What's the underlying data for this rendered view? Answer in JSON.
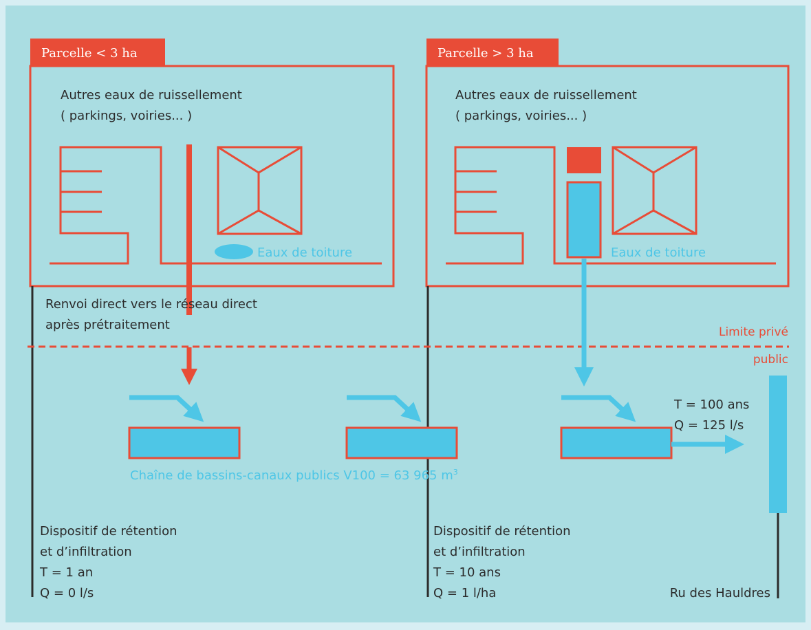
{
  "colors": {
    "page": "#d7eef3",
    "panel": "#aadde2",
    "red": "#e84c37",
    "blue": "#4ec6e6",
    "ink": "#2b2b2b"
  },
  "left": {
    "tag": "Parcelle < 3 ha",
    "runoff_line1": "Autres eaux de ruissellement",
    "runoff_line2": "( parkings, voiries... )",
    "roof_water": "Eaux de toiture"
  },
  "right": {
    "tag": "Parcelle > 3 ha",
    "runoff_line1": "Autres eaux de ruissellement",
    "runoff_line2": "( parkings, voiries... )",
    "roof_water": "Eaux de toiture"
  },
  "direct": {
    "line1": "Renvoi direct vers le réseau direct",
    "line2": "après prétraitement"
  },
  "boundary": {
    "private": "Limite privé",
    "public": "public"
  },
  "outflow": {
    "period": "T = 100 ans",
    "flow": "Q = 125 l/s"
  },
  "chain": {
    "prefix": "Chaîne de bassins-canaux publics V100 = 63 965 m",
    "unit_exp": "3"
  },
  "retention_left": {
    "line1": "Dispositif de rétention",
    "line2": "et d’infiltration",
    "line3": "T = 1 an",
    "line4": "Q = 0 l/s"
  },
  "retention_mid": {
    "line1": "Dispositif de rétention",
    "line2": "et d’infiltration",
    "line3": "T = 10 ans",
    "line4": "Q = 1 l/ha"
  },
  "stream": "Ru des Hauldres"
}
